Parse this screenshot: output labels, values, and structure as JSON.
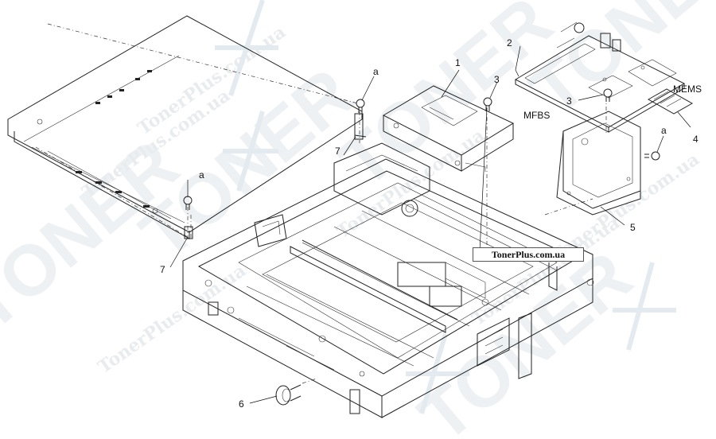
{
  "watermark": {
    "brand": "TONER",
    "site": "TonerPlus.com.ua"
  },
  "site_label": "TonerPlus.com.ua",
  "callouts": [
    {
      "id": "c1",
      "text": "1"
    },
    {
      "id": "c2",
      "text": "2"
    },
    {
      "id": "c3a",
      "text": "3"
    },
    {
      "id": "c3b",
      "text": "3"
    },
    {
      "id": "c4",
      "text": "4"
    },
    {
      "id": "c5",
      "text": "5"
    },
    {
      "id": "c6",
      "text": "6"
    },
    {
      "id": "c7a",
      "text": "7"
    },
    {
      "id": "c7b",
      "text": "7"
    },
    {
      "id": "ca1",
      "text": "a"
    },
    {
      "id": "ca2",
      "text": "a"
    },
    {
      "id": "ca3",
      "text": "a"
    },
    {
      "id": "cmems",
      "text": "MEMS"
    },
    {
      "id": "cmfbs",
      "text": "MFBS"
    }
  ]
}
